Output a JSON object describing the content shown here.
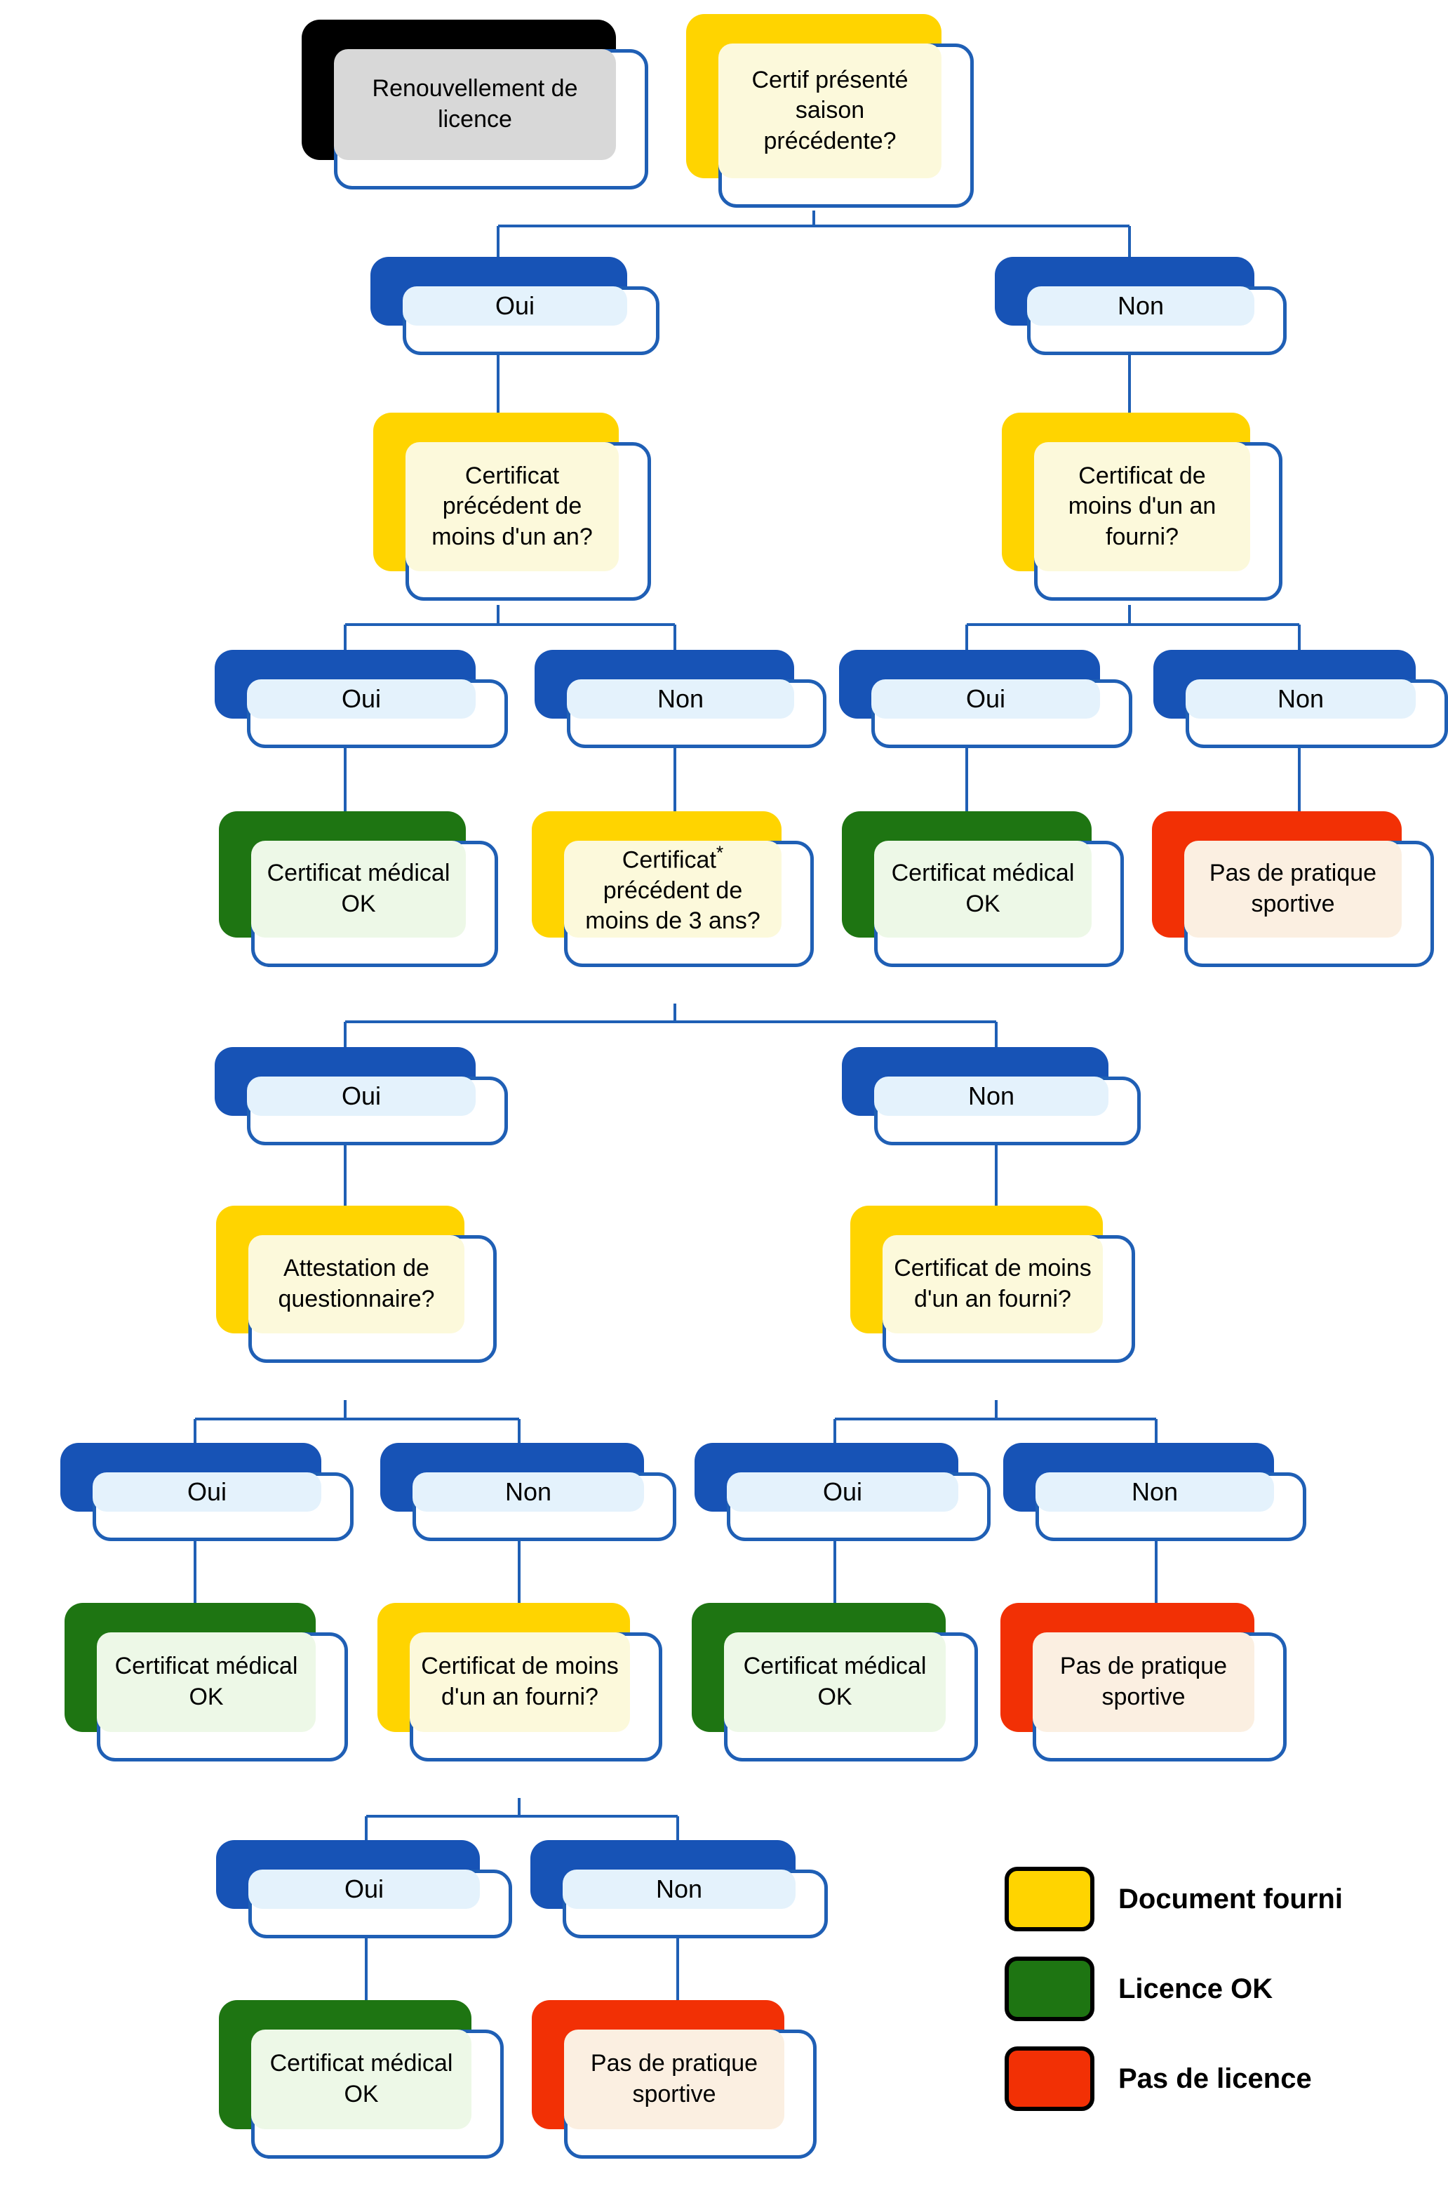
{
  "title": "Renouvellement de licence - arbre de decision certificat medical",
  "colors": {
    "border": "#1F5FB5",
    "yellow": "#FFD400",
    "blue": "#1753B6",
    "green": "#1E7512",
    "red": "#F23005",
    "start": "#000000"
  },
  "nodes": {
    "start": "Renouvellement de licence",
    "q_root": "Certif présenté saison précédente?",
    "a1_oui": "Oui",
    "a1_non": "Non",
    "q_l1": "Certificat précédent de moins d'un an?",
    "q_r1": "Certificat de moins d'un an fourni?",
    "a2_oui": "Oui",
    "a2_non": "Non",
    "a3_oui": "Oui",
    "a3_non": "Non",
    "res_l1_ok": "Certificat médical OK",
    "q_l2_pre": "Certificat",
    "q_l2_star": "*",
    "q_l2_rest": "précédent de moins de 3 ans?",
    "res_r1_ok": "Certificat médical OK",
    "res_r1_no": "Pas de pratique sportive",
    "a4_oui": "Oui",
    "a4_non": "Non",
    "q_l3": "Attestation de questionnaire?",
    "q_r3": "Certificat de moins d'un an fourni?",
    "a5_oui": "Oui",
    "a5_non": "Non",
    "a6_oui": "Oui",
    "a6_non": "Non",
    "res_l3_ok": "Certificat médical OK",
    "q_l4": "Certificat de moins d'un an fourni?",
    "res_r3_ok": "Certificat médical OK",
    "res_r3_no": "Pas de pratique sportive",
    "a7_oui": "Oui",
    "a7_non": "Non",
    "res_l5_ok": "Certificat médical OK",
    "res_l5_no": "Pas de pratique sportive"
  },
  "legend": {
    "items": [
      {
        "label": "Document fourni",
        "color": "#FFD400",
        "swatch": "s-yellow"
      },
      {
        "label": "Licence OK",
        "color": "#1E7512",
        "swatch": "s-green"
      },
      {
        "label": "Pas de licence",
        "color": "#F23005",
        "swatch": "s-red"
      }
    ]
  }
}
